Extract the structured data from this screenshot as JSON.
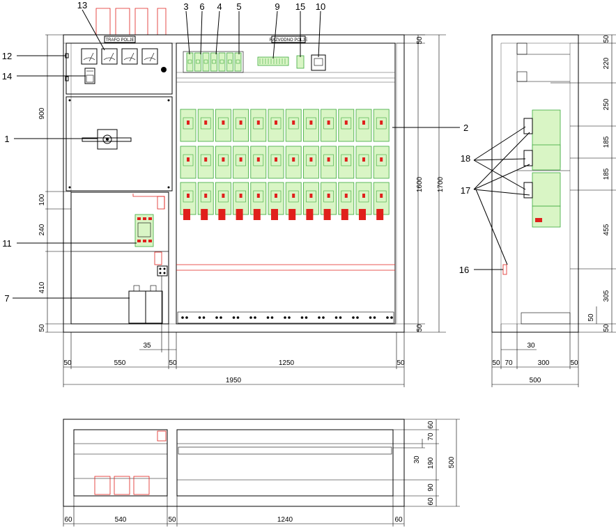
{
  "panels": {
    "transformer_field": "TRAFO POLJE",
    "distribution_field": "RAZVODNO POLJE"
  },
  "callouts": {
    "c1": "1",
    "c2": "2",
    "c3": "3",
    "c4": "4",
    "c5": "5",
    "c6": "6",
    "c7": "7",
    "c9": "9",
    "c10": "10",
    "c11": "11",
    "c12": "12",
    "c13": "13",
    "c14": "14",
    "c15": "15",
    "c16": "16",
    "c17": "17",
    "c18": "18"
  },
  "front_dims": {
    "top_right_50": "50",
    "height_1600": "1600",
    "height_1700": "1700",
    "left_900": "900",
    "left_100": "100",
    "left_240": "240",
    "left_410": "410",
    "left_50": "50",
    "bottom_right_50": "50",
    "gap_35": "35",
    "w_50a": "50",
    "w_550": "550",
    "w_50b": "50",
    "w_1250": "1250",
    "w_50c": "50",
    "total_1950": "1950"
  },
  "side_dims": {
    "top_50": "50",
    "d_220": "220",
    "d_250": "250",
    "d_185a": "185",
    "d_185b": "185",
    "d_455": "455",
    "d_305": "305",
    "inner_50": "50",
    "bottom_50": "50",
    "d_30": "30",
    "w_50a": "50",
    "w_70": "70",
    "w_300": "300",
    "w_50b": "50",
    "total_500": "500"
  },
  "plan_dims": {
    "d_60a": "60",
    "d_70": "70",
    "d_30": "30",
    "d_190": "190",
    "d_90": "90",
    "d_60b": "60",
    "total_500": "500",
    "w_60a": "60",
    "w_540": "540",
    "w_50": "50",
    "w_1240": "1240",
    "w_60b": "60"
  },
  "colors": {
    "outline": "#000000",
    "breaker_green": "#3aa83a",
    "breaker_fill": "#d9f5c5",
    "accent_red": "#e0201c"
  }
}
